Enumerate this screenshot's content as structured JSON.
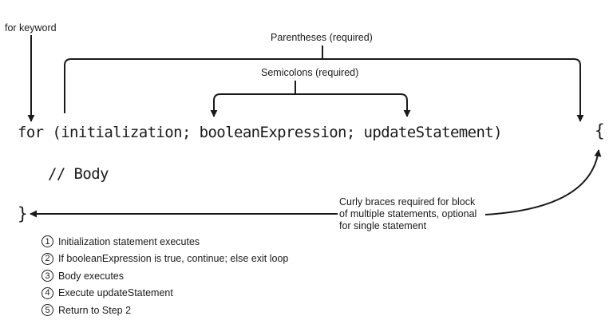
{
  "labels": {
    "for_keyword": "for keyword",
    "parentheses": "Parentheses (required)",
    "semicolons": "Semicolons (required)",
    "curly_braces": [
      "Curly braces required for block",
      "of multiple statements, optional",
      "for single statement"
    ]
  },
  "code": {
    "line": "for (initialization; booleanExpression; updateStatement)",
    "open_brace": "{",
    "body_comment": "// Body",
    "close_brace": "}"
  },
  "steps": [
    {
      "number": "1",
      "text": "Initialization statement executes"
    },
    {
      "number": "2",
      "text": "If booleanExpression is true, continue; else exit loop"
    },
    {
      "number": "3",
      "text": "Body executes"
    },
    {
      "number": "4",
      "text": "Execute updateStatement"
    },
    {
      "number": "5",
      "text": "Return to Step 2"
    }
  ]
}
